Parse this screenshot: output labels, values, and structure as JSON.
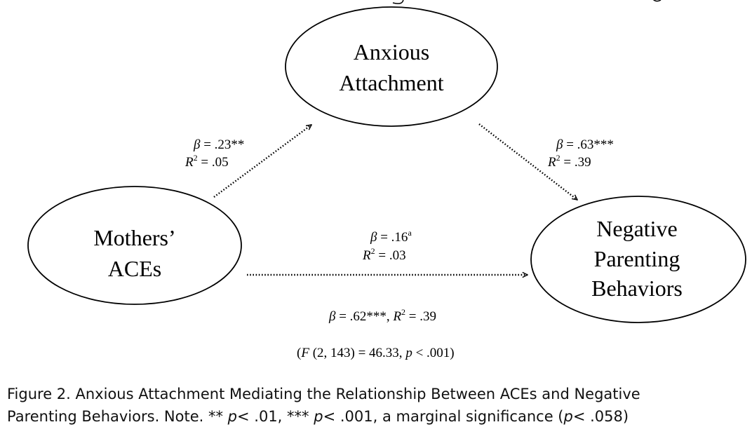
{
  "nodes": {
    "mediator": {
      "lines": [
        "Anxious",
        "Attachment"
      ]
    },
    "predictor": {
      "lines": [
        "Mothers’",
        "ACEs"
      ]
    },
    "outcome": {
      "lines": [
        "Negative",
        "Parenting",
        "Behaviors"
      ]
    }
  },
  "paths": {
    "a": {
      "beta_label": "β",
      "beta_value": " = .23**",
      "r2_label": "R",
      "r2_sup": "2",
      "r2_value": " = .05"
    },
    "b": {
      "beta_label": "β",
      "beta_value": " = .63***",
      "r2_label": "R",
      "r2_sup": "2",
      "r2_value": " = .39"
    },
    "c_prime": {
      "beta_label": "β",
      "beta_value": " = .16",
      "beta_sup": "a",
      "r2_label": "R",
      "r2_sup": "2",
      "r2_value": " = .03"
    }
  },
  "total_effect": {
    "beta_label": "β",
    "beta_value": " = .62***, ",
    "r2_label": "R",
    "r2_sup": "2",
    "r2_value": " = .39"
  },
  "model_test": {
    "open": "(",
    "f_label": "F",
    "f_value": " (2, 143) = 46.33, ",
    "p_label": "p",
    "p_value": " < .001)"
  },
  "caption": {
    "line1": "Figure 2. Anxious Attachment Mediating the Relationship Between ACEs and Negative",
    "line2_pre": "Parenting Behaviors. Note.  ",
    "n1_stars": "**",
    "n1_p": "p",
    "n1_val": "< .01,",
    "n2_stars": "***",
    "n2_p": "p",
    "n2_val": "< .001,",
    "n3_text": " a marginal significance (",
    "n3_p": "p",
    "n3_val": "< .058)"
  }
}
